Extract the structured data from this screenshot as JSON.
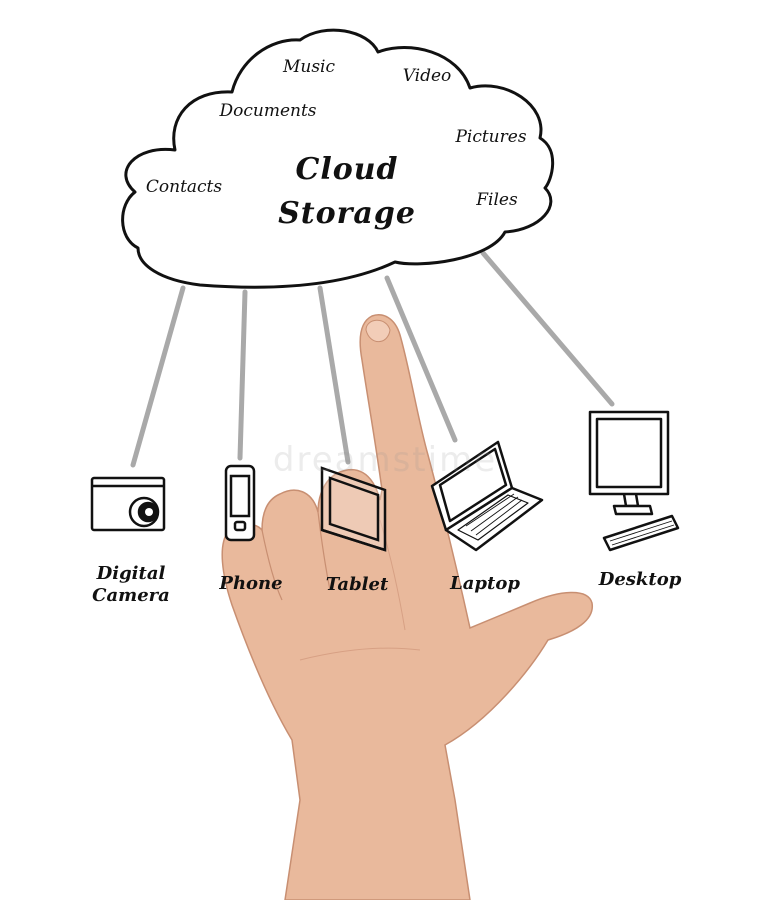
{
  "cloud": {
    "title_line1": "Cloud",
    "title_line2": "Storage",
    "items": [
      "Music",
      "Video",
      "Documents",
      "Pictures",
      "Contacts",
      "Files"
    ]
  },
  "devices": [
    {
      "label_line1": "Digital",
      "label_line2": "Camera",
      "icon": "camera-icon"
    },
    {
      "label_line1": "Phone",
      "label_line2": "",
      "icon": "phone-icon"
    },
    {
      "label_line1": "Tablet",
      "label_line2": "",
      "icon": "tablet-icon"
    },
    {
      "label_line1": "Laptop",
      "label_line2": "",
      "icon": "laptop-icon"
    },
    {
      "label_line1": "Desktop",
      "label_line2": "",
      "icon": "desktop-icon"
    }
  ],
  "watermark": "dreamstime",
  "colors": {
    "line": "#a9a9a9",
    "ink": "#111111",
    "skin": "#e9b99c"
  }
}
